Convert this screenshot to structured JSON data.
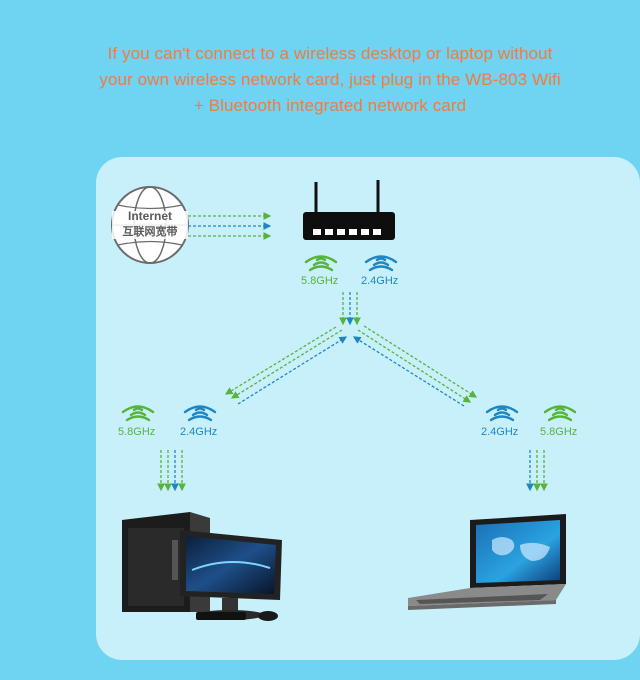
{
  "headline": {
    "line1": "If you can't connect to a wireless desktop or laptop without",
    "line2": "your own wireless network card, just plug in the WB-803 Wifi",
    "line3": "+ Bluetooth integrated network card"
  },
  "internet": {
    "label_en": "Internet",
    "label_cn": "互联网宽带"
  },
  "router": {
    "band_58": "5.8GHz",
    "band_24": "2.4GHz"
  },
  "desktop": {
    "band_58": "5.8GHz",
    "band_24": "2.4GHz"
  },
  "laptop": {
    "band_24": "2.4GHz",
    "band_58": "5.8GHz"
  },
  "colors": {
    "background": "#6fd3f2",
    "panel": "#c8f0fb",
    "headline": "#f07c3e",
    "green_signal": "#57b33a",
    "blue_signal": "#1f86c2"
  }
}
